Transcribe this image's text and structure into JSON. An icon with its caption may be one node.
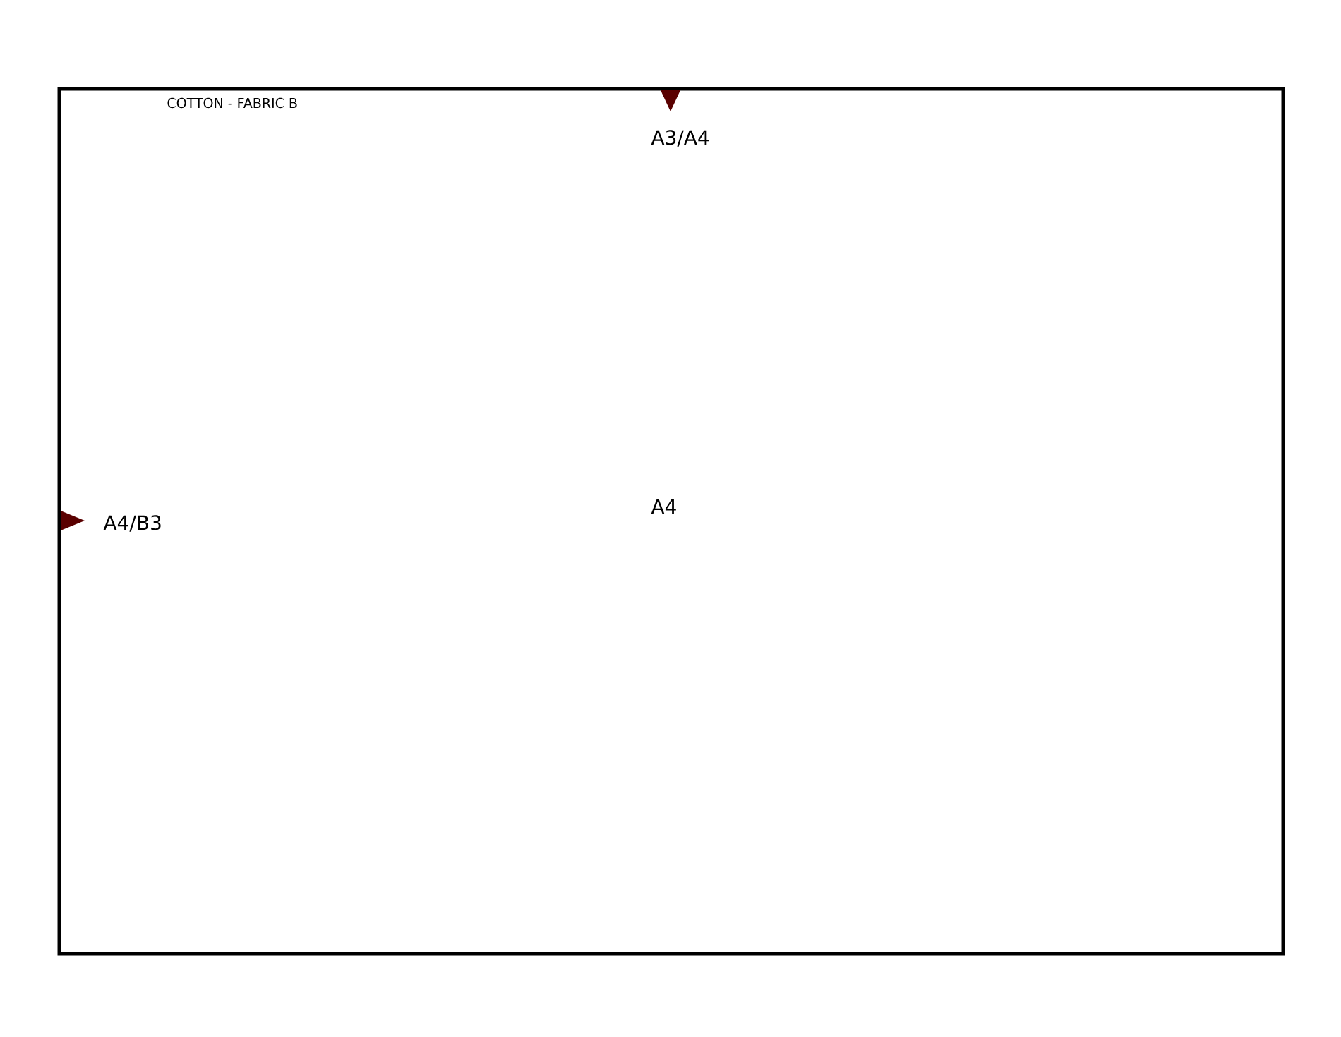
{
  "diagram": {
    "nodes": [
      {
        "text": [
          "COTTON - FABRIC B",
          "A4"
        ]
      }
    ],
    "labels": [
      "A3/A4",
      "A4/B3"
    ]
  }
}
